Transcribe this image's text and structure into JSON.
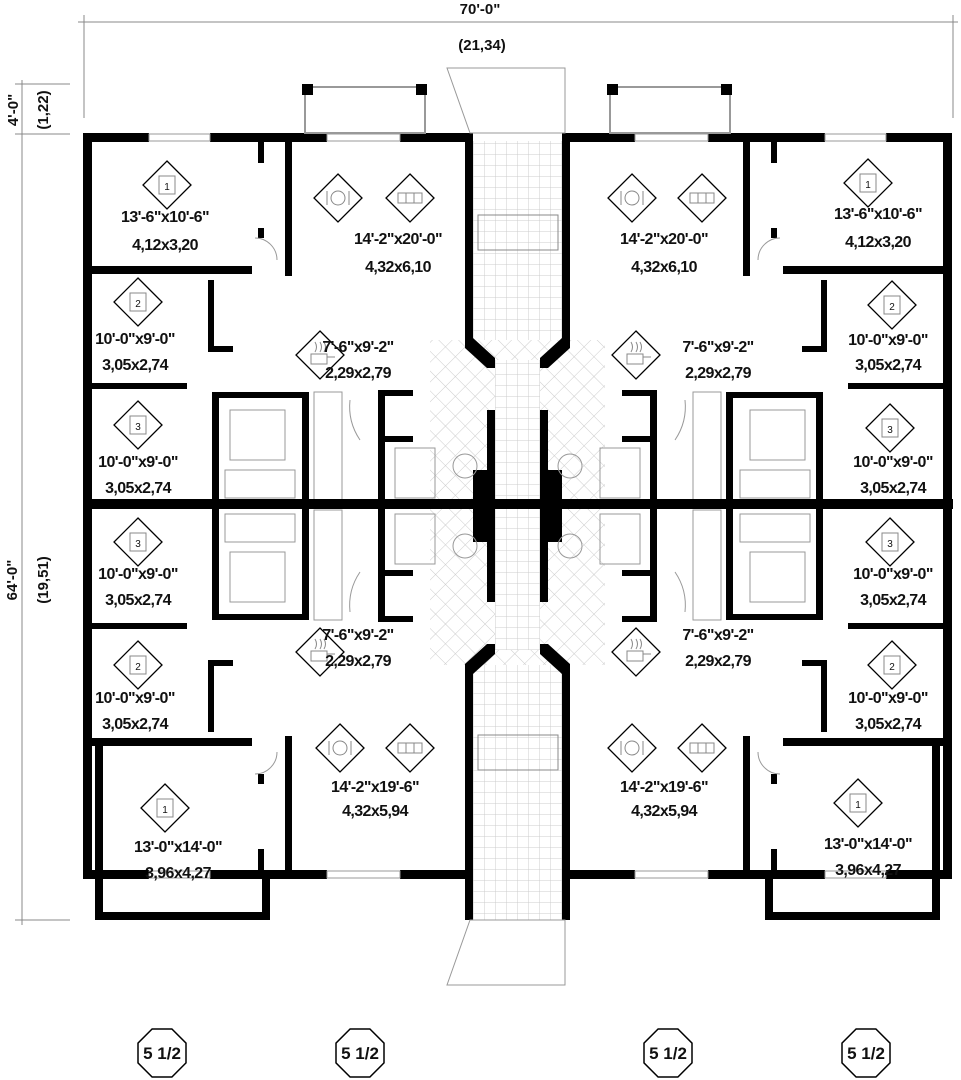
{
  "dimensions": {
    "overall_width": "70'-0\"",
    "overall_width_metric": "(21,34)",
    "overall_depth": "64'-0\"",
    "overall_depth_metric": "(19,51)",
    "offset": "4'-0\"",
    "offset_metric": "(1,22)"
  },
  "rooms": [
    {
      "badge": "1",
      "icon": "bed-icon",
      "size_imperial": "13'-6\"x10'-6\"",
      "size_metric": "4,12x3,20"
    },
    {
      "icon": "dining-sofa-icon",
      "size_imperial": "14'-2\"x20'-0\"",
      "size_metric": "4,32x6,10"
    },
    {
      "badge": "2",
      "icon": "bed-icon",
      "size_imperial": "10'-0\"x9'-0\"",
      "size_metric": "3,05x2,74"
    },
    {
      "icon": "kitchen-pot-icon",
      "size_imperial": "7'-6\"x9'-2\"",
      "size_metric": "2,29x2,79"
    },
    {
      "badge": "3",
      "icon": "bed-icon",
      "size_imperial": "10'-0\"x9'-0\"",
      "size_metric": "3,05x2,74"
    },
    {
      "badge": "3",
      "icon": "bed-icon",
      "size_imperial": "10'-0\"x9'-0\"",
      "size_metric": "3,05x2,74"
    },
    {
      "icon": "kitchen-pot-icon",
      "size_imperial": "7'-6\"x9'-2\"",
      "size_metric": "2,29x2,79"
    },
    {
      "badge": "2",
      "icon": "bed-icon",
      "size_imperial": "10'-0\"x9'-0\"",
      "size_metric": "3,05x2,74"
    },
    {
      "icon": "dining-sofa-icon",
      "size_imperial": "14'-2\"x19'-6\"",
      "size_metric": "4,32x5,94"
    },
    {
      "badge": "1",
      "icon": "bed-icon",
      "size_imperial": "13'-0\"x14'-0\"",
      "size_metric": "3,96x4,27"
    },
    {
      "badge": "1",
      "icon": "bed-icon",
      "size_imperial": "13'-6\"x10'-6\"",
      "size_metric": "4,12x3,20"
    },
    {
      "icon": "dining-sofa-icon",
      "size_imperial": "14'-2\"x20'-0\"",
      "size_metric": "4,32x6,10"
    },
    {
      "badge": "2",
      "icon": "bed-icon",
      "size_imperial": "10'-0\"x9'-0\"",
      "size_metric": "3,05x2,74"
    },
    {
      "icon": "kitchen-pot-icon",
      "size_imperial": "7'-6\"x9'-2\"",
      "size_metric": "2,29x2,79"
    },
    {
      "badge": "3",
      "icon": "bed-icon",
      "size_imperial": "10'-0\"x9'-0\"",
      "size_metric": "3,05x2,74"
    },
    {
      "badge": "3",
      "icon": "bed-icon",
      "size_imperial": "10'-0\"x9'-0\"",
      "size_metric": "3,05x2,74"
    },
    {
      "icon": "kitchen-pot-icon",
      "size_imperial": "7'-6\"x9'-2\"",
      "size_metric": "2,29x2,79"
    },
    {
      "badge": "2",
      "icon": "bed-icon",
      "size_imperial": "10'-0\"x9'-0\"",
      "size_metric": "3,05x2,74"
    },
    {
      "icon": "dining-sofa-icon",
      "size_imperial": "14'-2\"x19'-6\"",
      "size_metric": "4,32x5,94"
    },
    {
      "badge": "1",
      "icon": "bed-icon",
      "size_imperial": "13'-0\"x14'-0\"",
      "size_metric": "3,96x4,27"
    }
  ],
  "unit_badges": [
    "5 1/2",
    "5 1/2",
    "5 1/2",
    "5 1/2"
  ],
  "colors": {
    "wall": "#000000",
    "detail": "#999999",
    "background": "#ffffff"
  }
}
